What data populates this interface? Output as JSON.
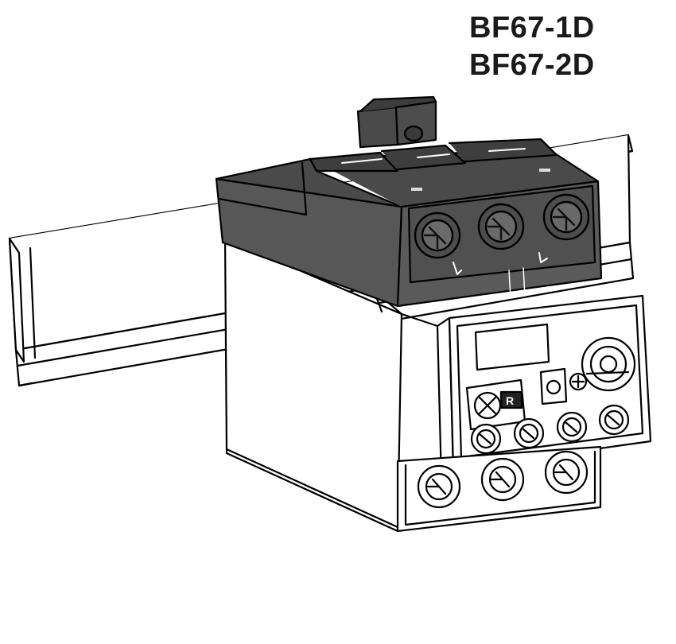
{
  "labels": {
    "model_primary": "BF67-1D",
    "model_secondary": "BF67-2D",
    "reset_mark": "R"
  },
  "colors": {
    "outline": "#000000",
    "body_fill": "#ffffff",
    "terminal_block_fill": "#555555",
    "terminal_block_dark": "#3a3a3a",
    "rail_fill": "#ffffff"
  },
  "parts": {
    "din_rail": "din-rail",
    "upper_terminals": 3,
    "lower_terminals": 3,
    "control_terminals": 4,
    "controls": [
      "current-adjust-dial",
      "test-button",
      "reset-button"
    ]
  }
}
